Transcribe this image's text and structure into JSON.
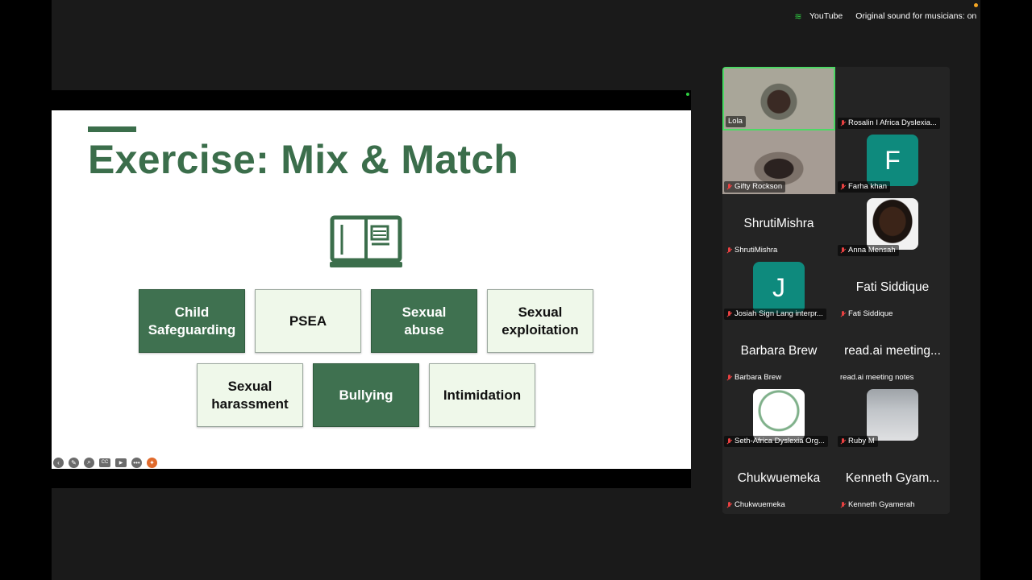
{
  "status": {
    "app_label": "YouTube",
    "audio_label": "Original sound for musicians: on"
  },
  "slide": {
    "title": "Exercise: Mix & Match",
    "cards": [
      {
        "text": "Child Safeguarding",
        "style": "dark"
      },
      {
        "text": "PSEA",
        "style": "light"
      },
      {
        "text": "Sexual abuse",
        "style": "dark"
      },
      {
        "text": "Sexual exploitation",
        "style": "light"
      },
      {
        "text": "Sexual harassment",
        "style": "light"
      },
      {
        "text": "Bullying",
        "style": "dark"
      },
      {
        "text": "Intimidation",
        "style": "light"
      }
    ]
  },
  "toolbar_icons": [
    "back-arrow-icon",
    "pen-icon",
    "zoom-icon",
    "captions-icon",
    "camera-icon",
    "more-icon",
    "annotate-icon"
  ],
  "participants": [
    {
      "name": "Lola",
      "display": "",
      "kind": "video",
      "muted": false,
      "active": true
    },
    {
      "name": "Rosalin I Africa Dyslexia...",
      "display": "",
      "kind": "photo",
      "muted": true,
      "active": false
    },
    {
      "name": "Gifty Rockson",
      "display": "",
      "kind": "video",
      "muted": true,
      "active": false
    },
    {
      "name": "Farha khan",
      "display": "F",
      "kind": "initial",
      "muted": true,
      "active": false
    },
    {
      "name": "ShrutiMishra",
      "display": "ShrutiMishra",
      "kind": "text",
      "muted": true,
      "active": false
    },
    {
      "name": "Anna Mensah",
      "display": "",
      "kind": "photo",
      "muted": true,
      "active": false
    },
    {
      "name": "Josiah Sign Lang interpr...",
      "display": "J",
      "kind": "initial",
      "muted": true,
      "active": false
    },
    {
      "name": "Fati Siddique",
      "display": "Fati Siddique",
      "kind": "text",
      "muted": true,
      "active": false
    },
    {
      "name": "Barbara Brew",
      "display": "Barbara Brew",
      "kind": "text",
      "muted": true,
      "active": false
    },
    {
      "name": "read.ai meeting notes",
      "display": "read.ai meeting...",
      "kind": "text",
      "muted": false,
      "active": false
    },
    {
      "name": "Seth-Africa Dyslexia Org...",
      "display": "",
      "kind": "photo",
      "muted": true,
      "active": false
    },
    {
      "name": "Ruby M",
      "display": "",
      "kind": "photo",
      "muted": true,
      "active": false
    },
    {
      "name": "Chukwuemeka",
      "display": "Chukwuemeka",
      "kind": "text",
      "muted": true,
      "active": false
    },
    {
      "name": "Kenneth Gyamerah",
      "display": "Kenneth Gyam...",
      "kind": "text",
      "muted": true,
      "active": false
    }
  ],
  "colors": {
    "slide_green": "#3b6e4b",
    "card_dark": "#3f7150",
    "card_light": "#eff8ea",
    "active_speaker": "#4cd964",
    "muted_red": "#e84141",
    "avatar_teal": "#0e8a7d"
  }
}
